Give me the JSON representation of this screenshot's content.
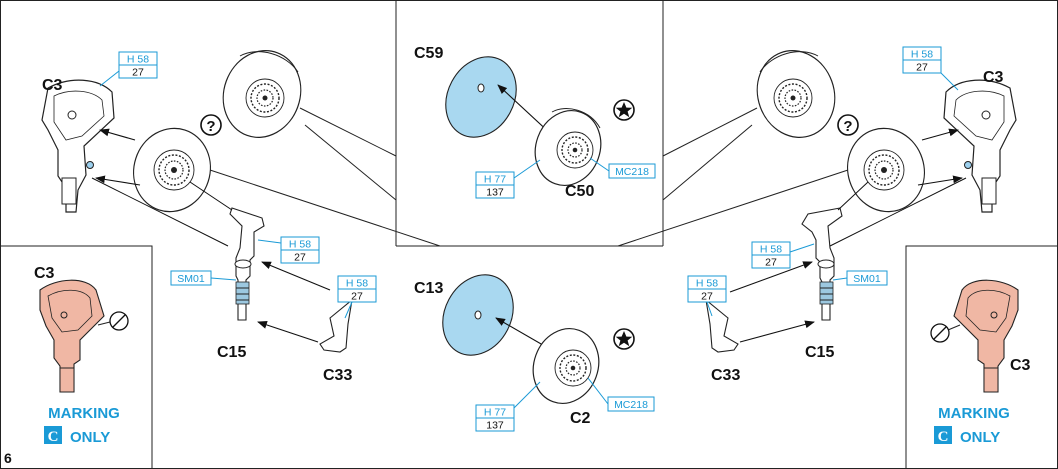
{
  "step_number": "6",
  "parts": {
    "left_yoke": "C3",
    "left_strut": "C15",
    "left_arm": "C33",
    "upper_hub_cap": "C59",
    "upper_wheel": "C50",
    "lower_hub_cap": "C13",
    "lower_wheel": "C2",
    "right_yoke": "C3",
    "right_strut": "C15",
    "right_arm": "C33",
    "inset_left_yoke": "C3",
    "inset_right_yoke": "C3"
  },
  "paint_codes": {
    "h58": "H 58",
    "n27": "27",
    "h77": "H 77",
    "n137": "137",
    "mc218": "MC218",
    "sm01": "SM01"
  },
  "marking": {
    "text": "MARKING",
    "letter": "C",
    "only": "ONLY"
  },
  "symbols": {
    "question": "?"
  },
  "colors": {
    "paint_blue": "#1a9ad6",
    "clear_part": "#a9d8f0",
    "copper_part": "#f0b7a4",
    "line": "#222222"
  }
}
